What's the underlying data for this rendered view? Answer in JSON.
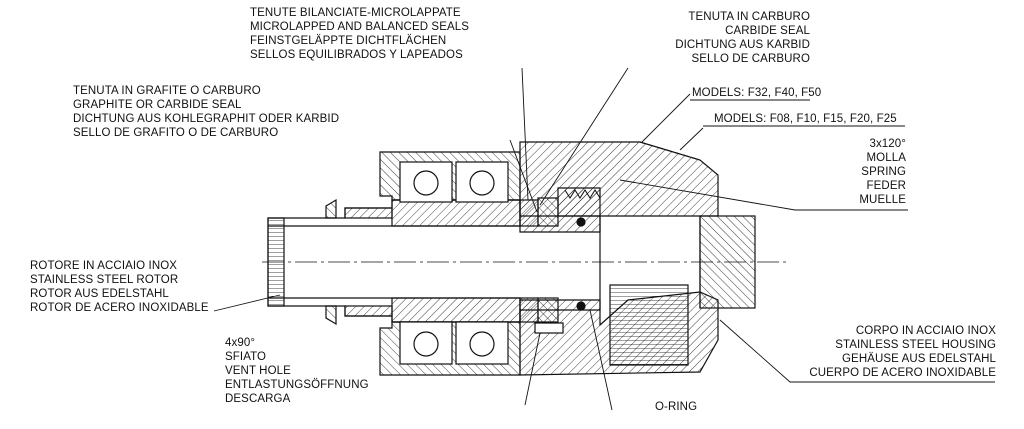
{
  "labels": {
    "microlapped_seals": [
      "TENUTE BILANCIATE-MICROLAPPATE",
      "MICROLAPPED AND BALANCED SEALS",
      "FEINSTGELÄPPTE DICHTFLÄCHEN",
      "SELLOS EQUILIBRADOS Y LAPEADOS"
    ],
    "carbide_seal": [
      "TENUTA IN CARBURO",
      "CARBIDE SEAL",
      "DICHTUNG AUS KARBID",
      "SELLO DE CARBURO"
    ],
    "graphite_seal": [
      "TENUTA IN GRAFITE O CARBURO",
      "GRAPHITE OR CARBIDE SEAL",
      "DICHTUNG AUS KOHLEGRAPHIT ODER KARBID",
      "SELLO DE GRAFITO O DE CARBURO"
    ],
    "models_large": "MODELS: F32, F40, F50",
    "models_small": "MODELS: F08, F10, F15, F20, F25",
    "spring": [
      "3x120°",
      "MOLLA",
      "SPRING",
      "FEDER",
      "MUELLE"
    ],
    "rotor": [
      "ROTORE IN ACCIAIO INOX",
      "STAINLESS STEEL ROTOR",
      "ROTOR AUS EDELSTAHL",
      "ROTOR DE ACERO INOXIDABLE"
    ],
    "housing": [
      "CORPO IN ACCIAIO INOX",
      "STAINLESS STEEL HOUSING",
      "GEHÄUSE AUS EDELSTAHL",
      "CUERPO DE ACERO INOXIDABLE"
    ],
    "vent": [
      "4x90°",
      "SFIATO",
      "VENT HOLE",
      "ENTLASTUNGSÖFFNUNG",
      "DESCARGA"
    ],
    "oring": "O-RING"
  },
  "colors": {
    "line": "#111111",
    "background": "#ffffff"
  }
}
